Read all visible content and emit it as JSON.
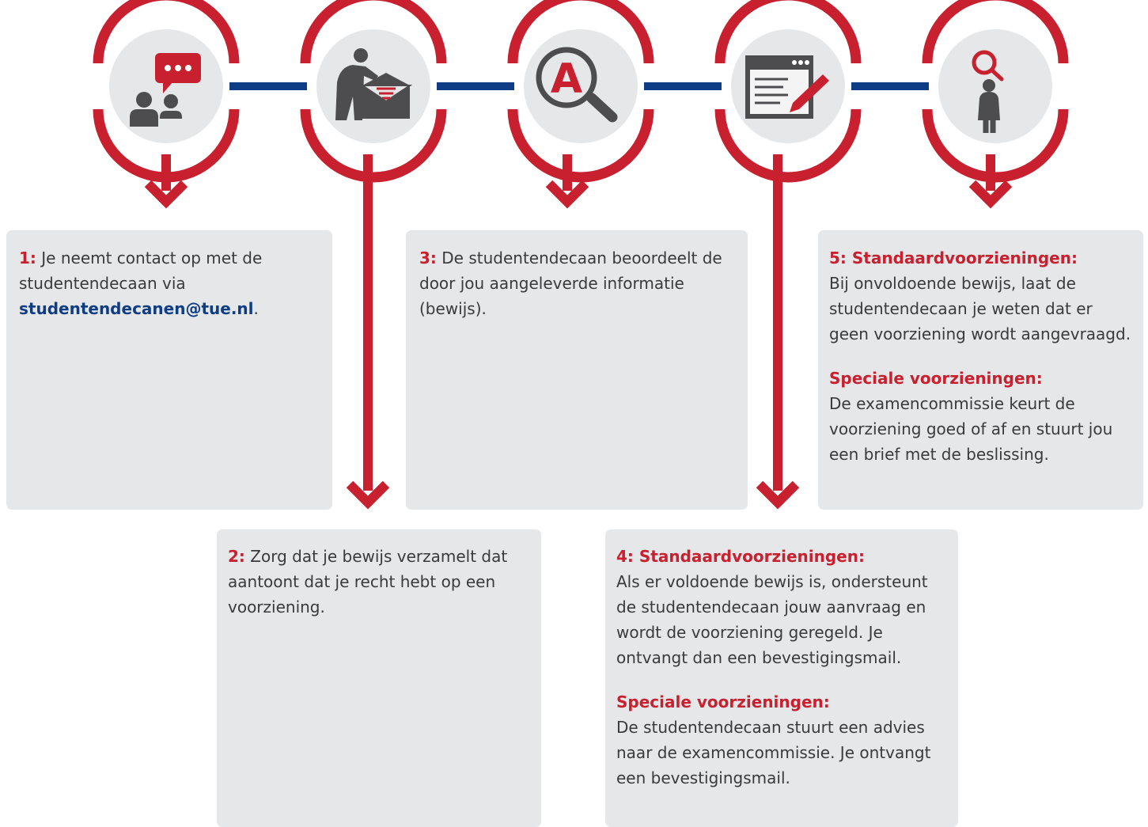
{
  "colors": {
    "red": "#c8202f",
    "navy": "#0e3d85",
    "icon_gray": "#4d4d4f",
    "circle_fill": "#e6e7e8",
    "box_fill": "#e6e7e8"
  },
  "steps": [
    {
      "number": "1:",
      "icon": "chat-people-icon",
      "text_before": " Je neemt contact op met de studentendecaan via ",
      "email": "studentendecanen@tue.nl",
      "text_after": "."
    },
    {
      "number": "2:",
      "icon": "businessman-envelope-icon",
      "text": " Zorg dat je bewijs verzamelt dat aantoont dat je recht hebt op een voorziening."
    },
    {
      "number": "3:",
      "icon": "magnifier-a-icon",
      "text": " De studentendecaan beoordeelt de door jou aangeleverde informatie (bewijs)."
    },
    {
      "number": "4:",
      "icon": "document-pencil-icon",
      "standard_heading": "4: Standaardvoorzieningen:",
      "standard_text": "Als er voldoende bewijs is, ondersteunt de studentendecaan jouw aanvraag en wordt de voorziening geregeld. Je ontvangt dan een bevestigingsmail.",
      "special_heading": "Speciale voorzieningen:",
      "special_text": "De studentendecaan stuurt een advies naar de examencommissie. Je ontvangt een bevestigingsmail."
    },
    {
      "number": "5:",
      "icon": "person-magnifier-icon",
      "standard_heading": "5: Standaardvoorzieningen:",
      "standard_text": "Bij onvoldoende bewijs, laat de studentendecaan je weten dat er geen voorziening wordt aangevraagd.",
      "special_heading": "Speciale voorzieningen:",
      "special_text": "De examencommissie keurt de voorziening goed of af en stuurt jou een brief met de beslissing."
    }
  ]
}
